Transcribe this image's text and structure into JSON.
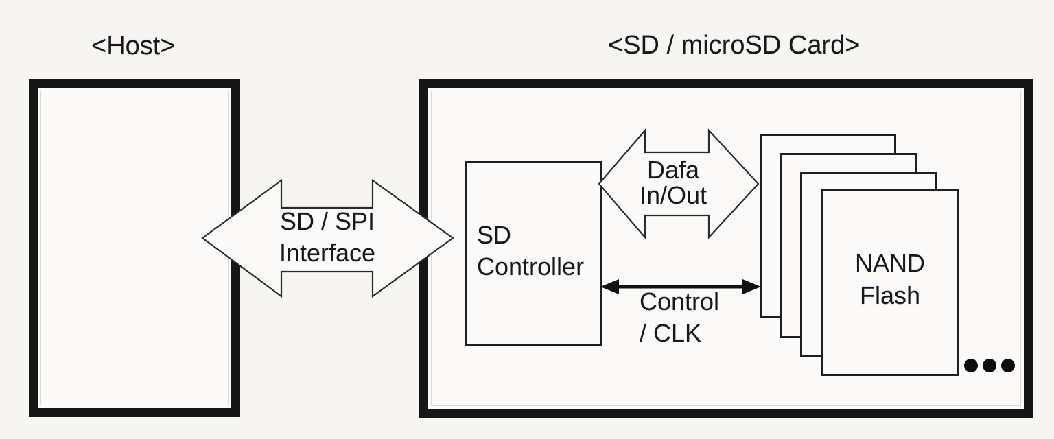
{
  "colors": {
    "ink": "#161616",
    "line": "#2b2b2b",
    "bg": "#f6f5f2",
    "paper": "#fbfaf8",
    "text": "#17181c"
  },
  "host": {
    "title": "<Host>"
  },
  "card": {
    "title": "<SD / microSD Card>"
  },
  "interface_arrow": {
    "line1": "SD / SPI",
    "line2": "Interface"
  },
  "data_arrow": {
    "line1": "Dafa",
    "line2": "In/Out"
  },
  "control_link": {
    "line1": "Control",
    "line2": "/ CLK"
  },
  "sd_controller": {
    "line1": "SD",
    "line2": "Controller"
  },
  "nand_flash": {
    "line1": "NAND",
    "line2": "Flash",
    "stack_count": 4,
    "ellipsis_count": 3
  }
}
